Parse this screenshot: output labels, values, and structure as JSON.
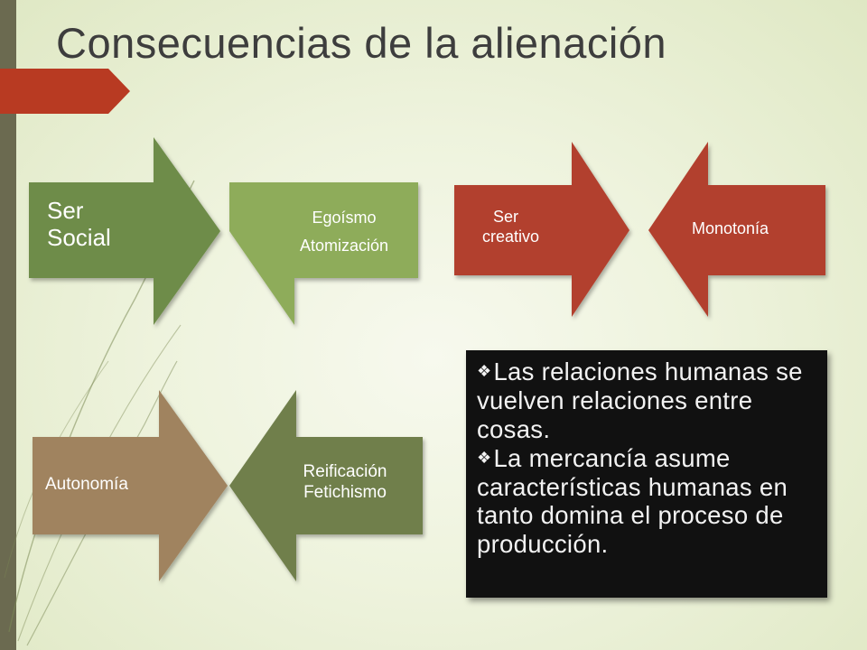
{
  "slide": {
    "title": "Consecuencias de la alienación"
  },
  "flow_social": {
    "first": "Ser Social",
    "first_lines": [
      "Ser",
      "Social"
    ],
    "second_lines": [
      "Egoísmo",
      "Atomización"
    ]
  },
  "flow_creativo": {
    "first_lines": [
      "Ser",
      "creativo"
    ],
    "second": "Monotonía"
  },
  "flow_autonomia": {
    "first": "Autonomía",
    "second_lines": [
      "Reificación",
      "Fetichismo"
    ]
  },
  "bullets": [
    "Las relaciones humanas se vuelven relaciones entre cosas.",
    "La mercancía asume características humanas en tanto domina el proceso de producción."
  ],
  "colors": {
    "green_dark": "#6e8c4a",
    "green_light": "#8eac5a",
    "red": "#b2412f",
    "brown": "#a0835e",
    "olive": "#6f7f4c",
    "title_tab": "#b83a22",
    "side_bar": "#6b6a50"
  },
  "icons": {
    "bullet": "diamond-bullet-icon"
  }
}
